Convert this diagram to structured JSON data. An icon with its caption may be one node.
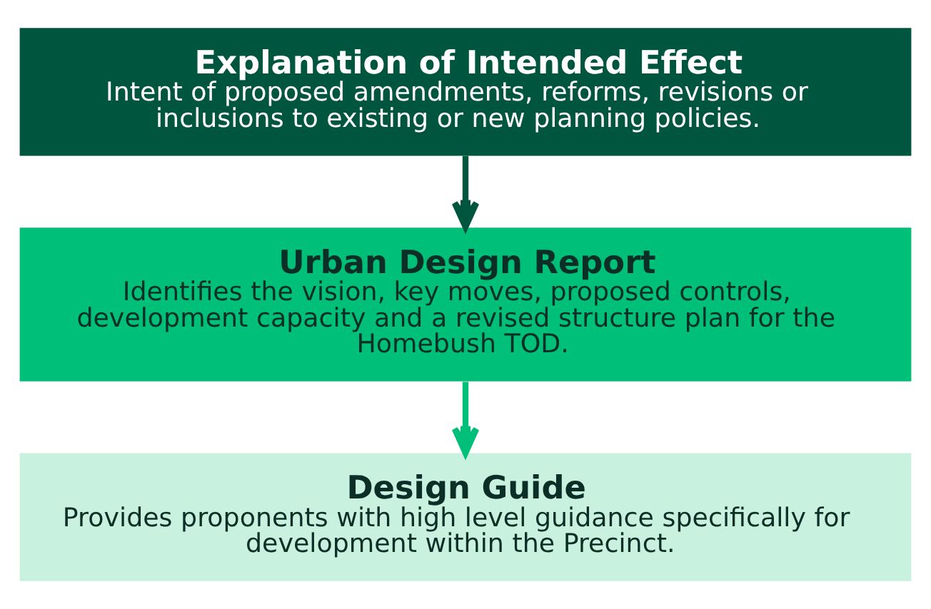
{
  "diagram": {
    "nodes": [
      {
        "text": [
          "Explanation of Intended Effect",
          "Intent of proposed amendments, reforms, revisions or inclusions to existing or new planning policies."
        ]
      },
      {
        "text": [
          "Urban Design Report",
          "Identifies the vision, key moves, proposed controls, development capacity and a revised structure plan for the Homebush TOD."
        ]
      },
      {
        "text": [
          "Design Guide",
          "Provides proponents with high level guidance specifically for development within the Precinct."
        ]
      }
    ],
    "edges": [
      {
        "from": 0,
        "to": 1,
        "arrow": "to",
        "color": "#00553f"
      },
      {
        "from": 1,
        "to": 2,
        "arrow": "to",
        "color": "#00bf78"
      }
    ]
  }
}
